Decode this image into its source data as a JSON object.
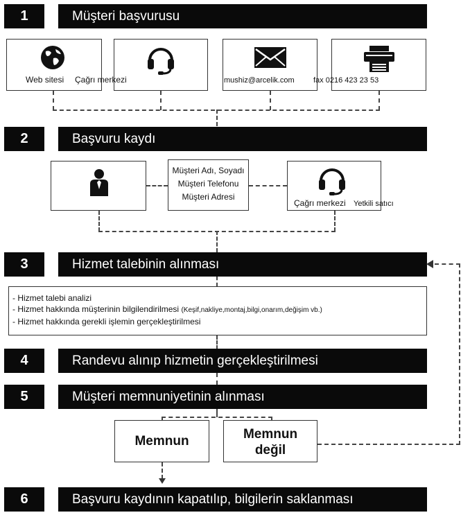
{
  "steps": [
    {
      "number": "1",
      "title": "Müşteri başvurusu"
    },
    {
      "number": "2",
      "title": "Başvuru kaydı"
    },
    {
      "number": "3",
      "title": "Hizmet talebinin alınması"
    },
    {
      "number": "4",
      "title": "Randevu alınıp hizmetin gerçekleştirilmesi"
    },
    {
      "number": "5",
      "title": "Müşteri memnuniyetinin alınması"
    },
    {
      "number": "6",
      "title": "Başvuru kaydının kapatılıp, bilgilerin saklanması"
    }
  ],
  "channels": {
    "web_label": "Web sitesi",
    "callcenter_label": "Çağrı merkezi",
    "email_label": "mushiz@arcelik.com",
    "fax_label": "fax 0216 423 23 53",
    "icons": [
      "globe-icon",
      "headset-icon",
      "envelope-icon",
      "fax-icon"
    ]
  },
  "registration": {
    "fields": [
      "Müşteri Adı, Soyadı",
      "Müşteri Telefonu",
      "Müşteri Adresi"
    ],
    "callcenter_label": "Çağrı merkezi",
    "dealer_label": "Yetkili satıcı",
    "icons": [
      "person-icon",
      "headset-icon"
    ]
  },
  "service": {
    "items": [
      "- Hizmet talebi analizi",
      "- Hizmet hakkında müşterinin bilgilendirilmesi",
      "- Hizmet hakkında gerekli işlemin gerçekleştirilmesi"
    ],
    "note": "(Keşif,nakliye,montaj,bilgi,onarım,değişim vb.)"
  },
  "satisfaction": {
    "satisfied": "Memnun",
    "not_satisfied_line1": "Memnun",
    "not_satisfied_line2": "değil"
  },
  "colors": {
    "bar": "#0a0a0a",
    "line": "#444444"
  }
}
